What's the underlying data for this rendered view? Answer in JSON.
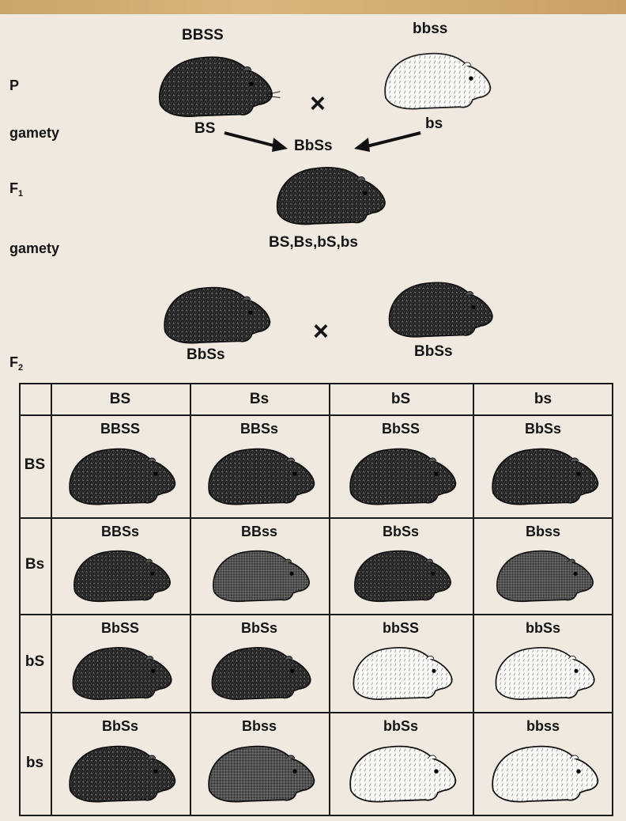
{
  "colors": {
    "dark_fur": "#2b2b2b",
    "light_fur": "#ffffff",
    "paper": "#efe9df"
  },
  "labels": {
    "P": "P",
    "gamety_1": "gamety",
    "F1": "F",
    "F1_sub": "1",
    "gamety_2": "gamety",
    "F2": "F",
    "F2_sub": "2"
  },
  "parents": {
    "left": {
      "genotype": "BBSS",
      "phenotype": "dark"
    },
    "right": {
      "genotype": "bbss",
      "phenotype": "light"
    },
    "cross": "×"
  },
  "gametes": {
    "left": "BS",
    "right": "bs"
  },
  "f1": {
    "genotype": "BbSs",
    "phenotype": "dark",
    "gametes": "BS,Bs,bS,bs"
  },
  "f2_cross": {
    "left": {
      "genotype": "BbSs",
      "phenotype": "dark"
    },
    "right": {
      "genotype": "BbSs",
      "phenotype": "dark"
    },
    "cross": "×"
  },
  "punnett": {
    "columns": [
      "BS",
      "Bs",
      "bS",
      "bs"
    ],
    "rows": [
      {
        "label": "BS",
        "cells": [
          {
            "genotype": "BBSS",
            "phenotype": "dark"
          },
          {
            "genotype": "BBSs",
            "phenotype": "dark"
          },
          {
            "genotype": "BbSS",
            "phenotype": "dark"
          },
          {
            "genotype": "BbSs",
            "phenotype": "dark"
          }
        ]
      },
      {
        "label": "Bs",
        "cells": [
          {
            "genotype": "BBSs",
            "phenotype": "dark"
          },
          {
            "genotype": "BBss",
            "phenotype": "smooth"
          },
          {
            "genotype": "BbSs",
            "phenotype": "dark"
          },
          {
            "genotype": "Bbss",
            "phenotype": "smooth"
          }
        ]
      },
      {
        "label": "bS",
        "cells": [
          {
            "genotype": "BbSS",
            "phenotype": "dark"
          },
          {
            "genotype": "BbSs",
            "phenotype": "dark"
          },
          {
            "genotype": "bbSS",
            "phenotype": "light"
          },
          {
            "genotype": "bbSs",
            "phenotype": "light"
          }
        ]
      },
      {
        "label": "bs",
        "cells": [
          {
            "genotype": "BbSs",
            "phenotype": "dark"
          },
          {
            "genotype": "Bbss",
            "phenotype": "smooth"
          },
          {
            "genotype": "bbSs",
            "phenotype": "light"
          },
          {
            "genotype": "bbss",
            "phenotype": "light"
          }
        ]
      }
    ]
  }
}
